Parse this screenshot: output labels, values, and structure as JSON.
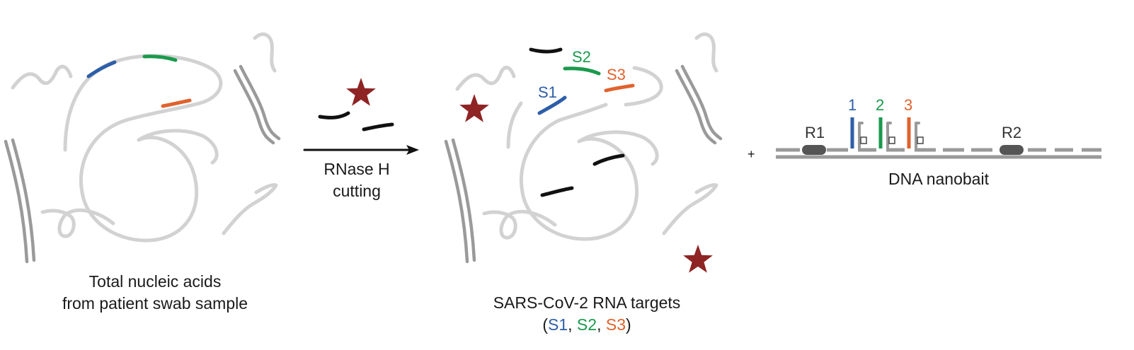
{
  "colors": {
    "rna_gray": "#d2d2d2",
    "dsdna_gray": "#9a9a9a",
    "black": "#111111",
    "blue": "#2e5ea8",
    "green": "#1a9a4c",
    "orange": "#e0622d",
    "star": "#8e2424",
    "handle": "#555555",
    "text": "#1a1a1a"
  },
  "labels": {
    "left_line1": "Total nucleic acids",
    "left_line2": "from patient swab sample",
    "arrow_line1": "RNase H",
    "arrow_line2": "cutting",
    "mid_line1": "SARS-CoV-2 RNA targets",
    "mid_open": "(",
    "mid_s1": "S1",
    "mid_comma1": ", ",
    "mid_s2": "S2",
    "mid_comma2": ", ",
    "mid_s3": "S3",
    "mid_close": ")",
    "frag_s1": "S1",
    "frag_s2": "S2",
    "frag_s3": "S3",
    "plus": "+",
    "r1": "R1",
    "r2": "R2",
    "site1": "1",
    "site2": "2",
    "site3": "3",
    "nanobait": "DNA nanobait"
  },
  "icons": [
    "star-icon",
    "arrow-icon",
    "nanobait-icon"
  ]
}
